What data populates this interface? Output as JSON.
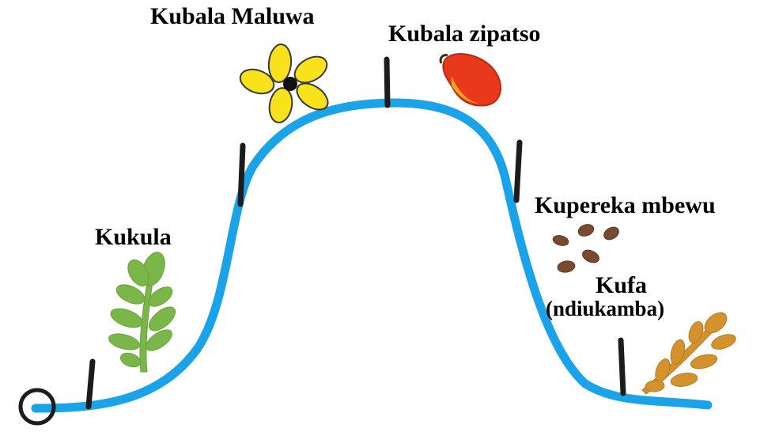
{
  "labels": {
    "flowering": "Kubala Maluwa",
    "fruiting": "Kubala zipatso",
    "seed_dispersal": "Kupereka mbewu",
    "growth": "Kukula",
    "death": "Kufa",
    "death_note": "(ndiukamba)"
  },
  "colors": {
    "curve": "#1aa3e8",
    "marker": "#1c1c1c",
    "flower_petal": "#f7e21b",
    "fruit": "#e8391d",
    "seed": "#7a4a2e",
    "sprout": "#7ab648",
    "withered_leaf": "#d4922f"
  },
  "icons": [
    "start-circle-icon",
    "sprout-icon",
    "flower-icon",
    "fruit-icon",
    "seeds-icon",
    "withered-leaf-icon"
  ]
}
